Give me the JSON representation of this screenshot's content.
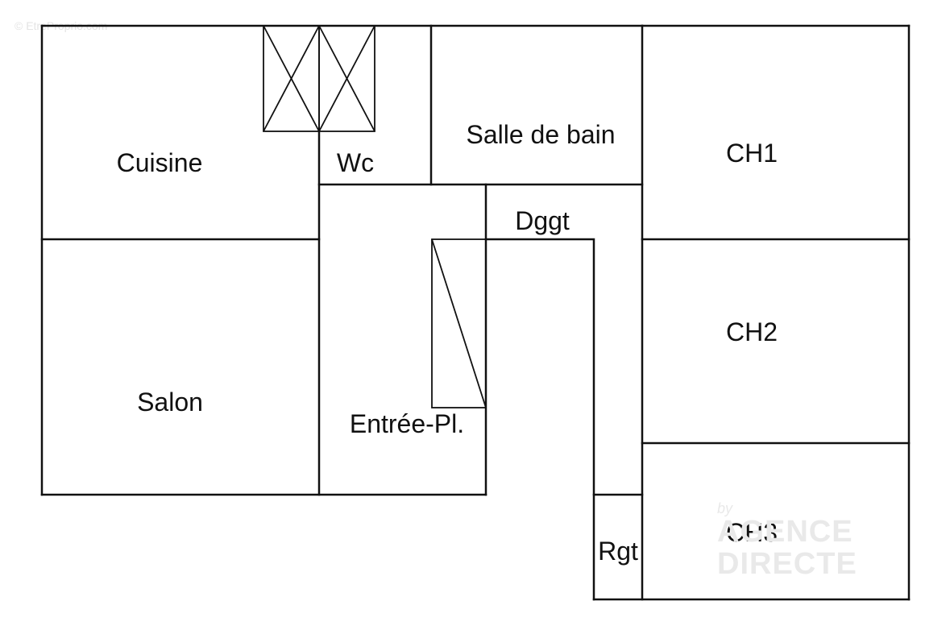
{
  "copyright": "© EtreProprio.com",
  "watermark": {
    "by": "by",
    "brand": "AGENCE DIRECTE"
  },
  "rooms": {
    "cuisine": "Cuisine",
    "wc": "Wc",
    "salle_de_bain": "Salle de bain",
    "ch1": "CH1",
    "dggt": "Dggt",
    "ch2": "CH2",
    "salon": "Salon",
    "entree": "Entrée-Pl.",
    "ch3": "CH3",
    "rgt": "Rgt"
  },
  "colors": {
    "walls": "#111111",
    "background": "#ffffff",
    "watermark": "#e9e9e9"
  }
}
